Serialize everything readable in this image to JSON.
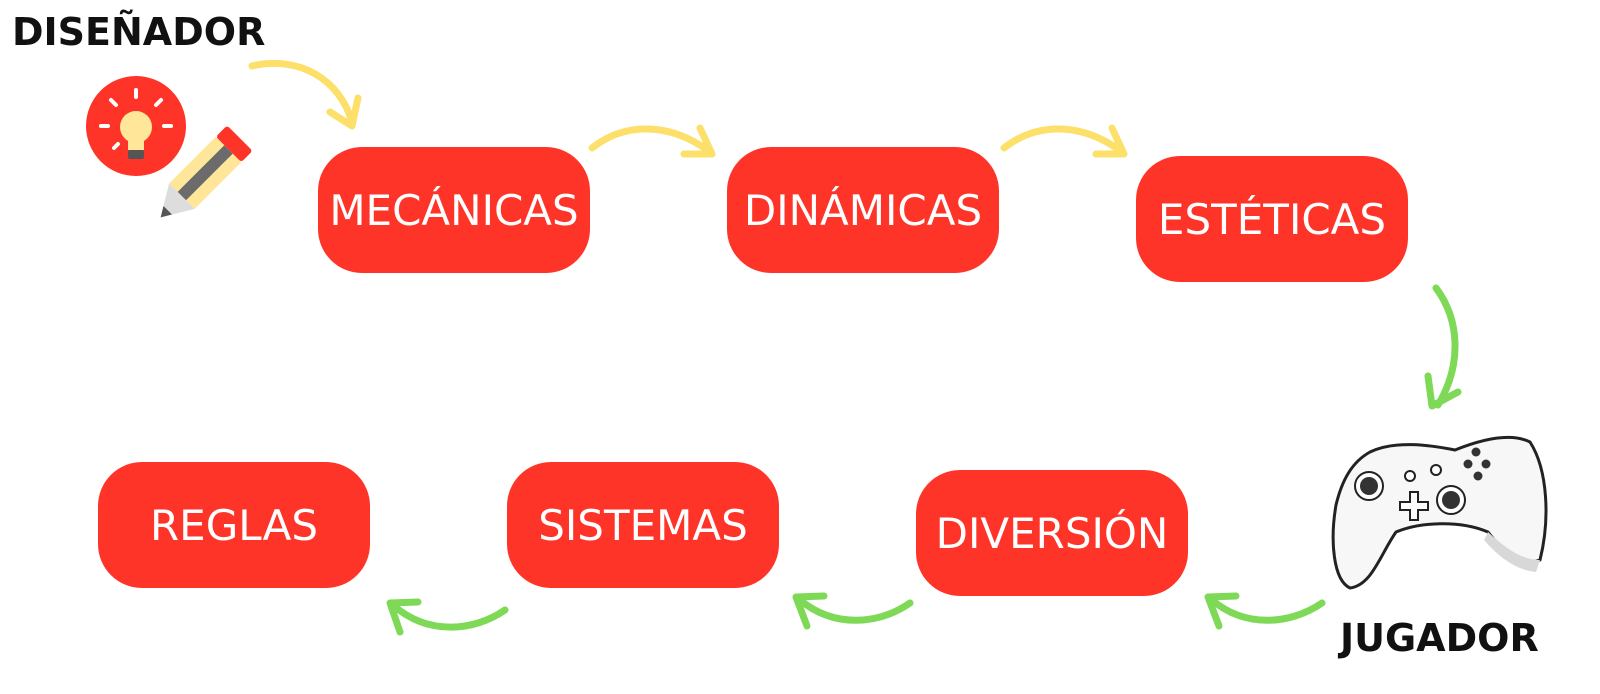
{
  "roles": {
    "designer": "DISEÑADOR",
    "player": "JUGADOR"
  },
  "steps": [
    "MECÁNICAS",
    "DINÁMICAS",
    "ESTÉTICAS",
    "DIVERSIÓN",
    "SISTEMAS",
    "REGLAS"
  ],
  "icons": {
    "designer": "lightbulb-pencil-icon",
    "player": "gamepad-icon"
  },
  "colors": {
    "box": "#ff3429",
    "box_text": "#ffffff",
    "arrow_forward": "#fce06a",
    "arrow_back": "#7ed957",
    "role_text": "#111111"
  }
}
